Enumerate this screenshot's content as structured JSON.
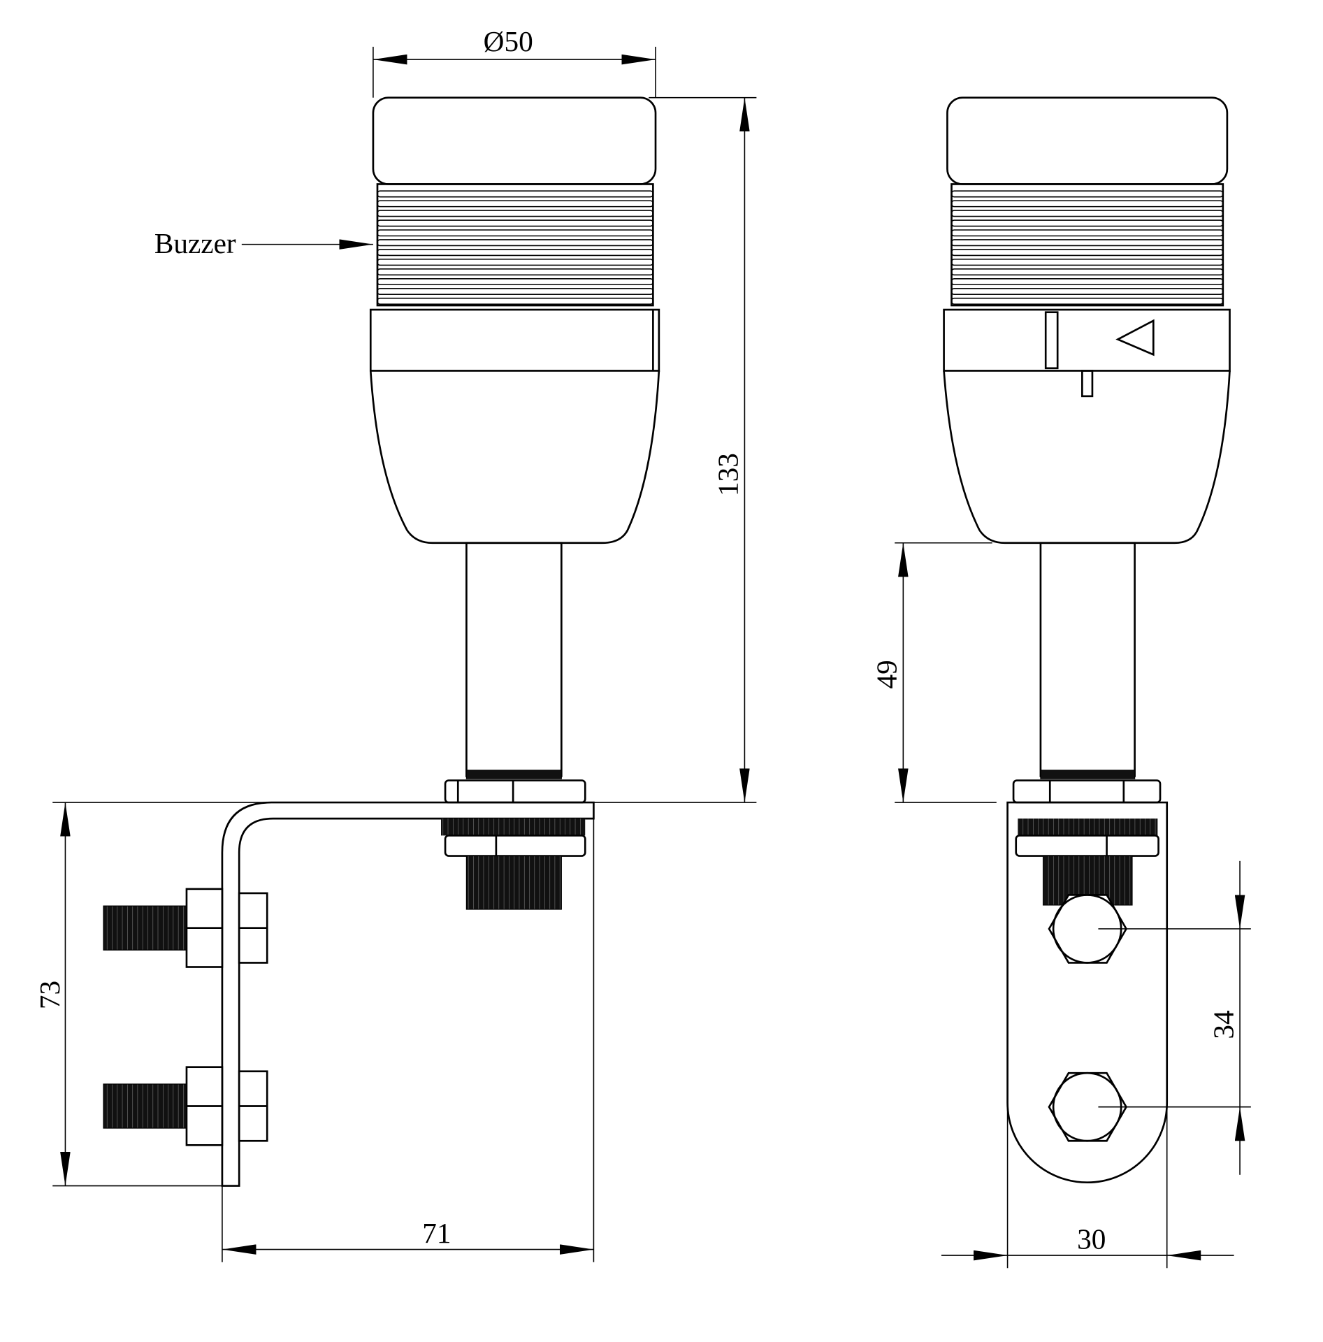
{
  "labels": {
    "buzzer": "Buzzer",
    "diameter": "Ø50",
    "total_height": "133",
    "pole_height": "49",
    "bracket_height": "73",
    "bracket_depth": "71",
    "hole_spacing": "34",
    "bracket_width": "30"
  }
}
